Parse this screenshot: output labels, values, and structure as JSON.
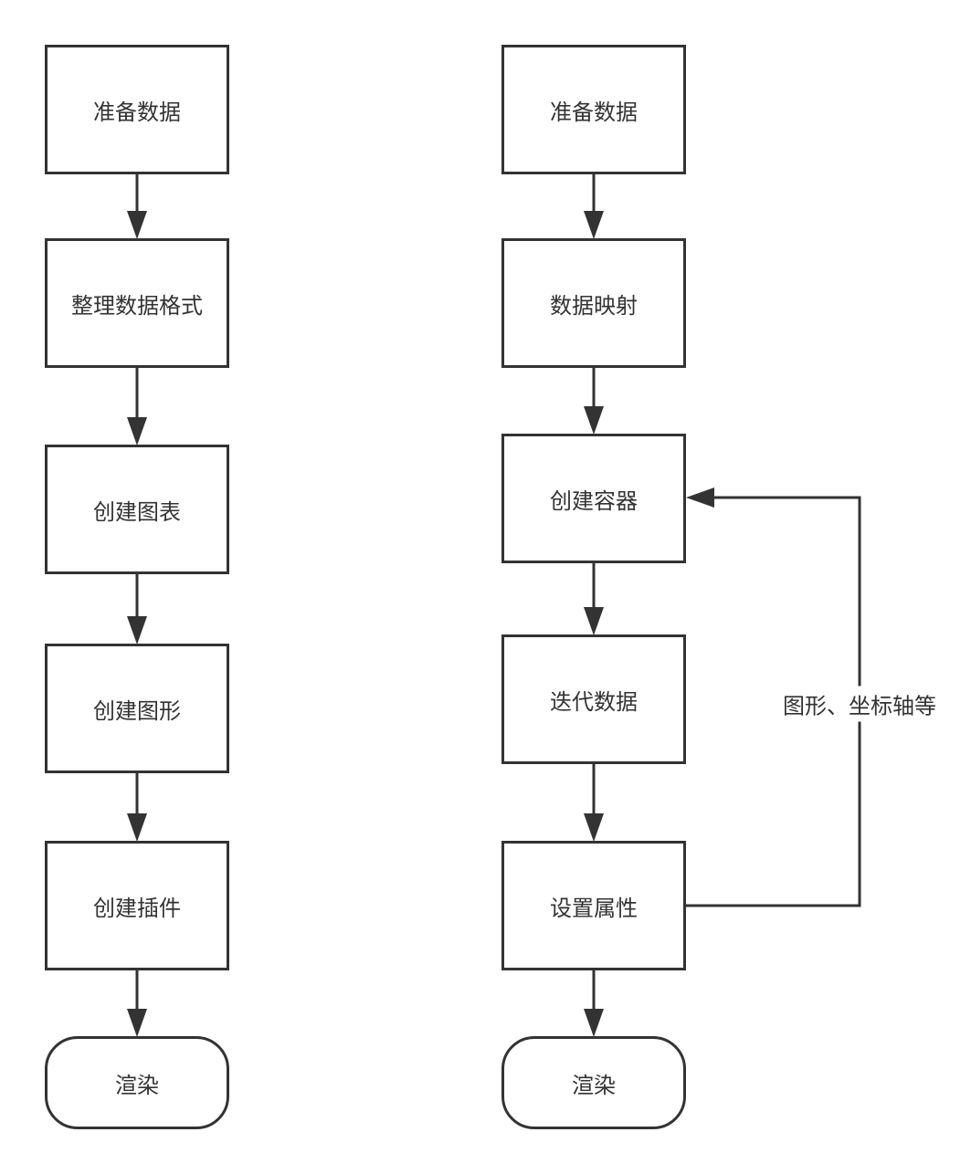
{
  "colors": {
    "stroke": "#333333",
    "fill": "#ffffff"
  },
  "left_flow": {
    "nodes": [
      {
        "label": "准备数据"
      },
      {
        "label": "整理数据格式"
      },
      {
        "label": "创建图表"
      },
      {
        "label": "创建图形"
      },
      {
        "label": "创建插件"
      },
      {
        "label": "渲染"
      }
    ]
  },
  "right_flow": {
    "nodes": [
      {
        "label": "准备数据"
      },
      {
        "label": "数据映射"
      },
      {
        "label": "创建容器"
      },
      {
        "label": "迭代数据"
      },
      {
        "label": "设置属性"
      },
      {
        "label": "渲染"
      }
    ],
    "loop_label": "图形、坐标轴等"
  }
}
